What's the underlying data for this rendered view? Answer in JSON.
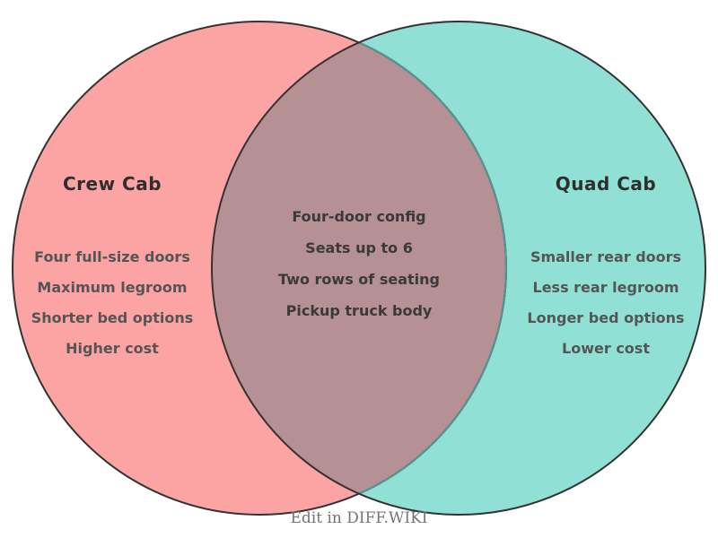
{
  "diagram": {
    "type": "venn",
    "left": {
      "title": "Crew Cab",
      "color": "#FCA3A3",
      "items": [
        "Four full-size doors",
        "Maximum legroom",
        "Shorter bed options",
        "Higher cost"
      ]
    },
    "right": {
      "title": "Quad Cab",
      "color": "#91E0D6",
      "items": [
        "Smaller rear doors",
        "Less rear legroom",
        "Longer bed options",
        "Lower cost"
      ]
    },
    "intersection": {
      "color": "#B59095",
      "items": [
        "Four-door config",
        "Seats up to 6",
        "Two rows of seating",
        "Pickup truck body"
      ]
    },
    "outline_color": "#333333",
    "inner_arc_color": "#4F9790",
    "title_color": "#2E2E2E",
    "side_item_color": "#555555",
    "center_item_color": "#3A3A3A",
    "footer": {
      "label": "Edit in DIFF.WIKI",
      "color": "#757575"
    }
  }
}
